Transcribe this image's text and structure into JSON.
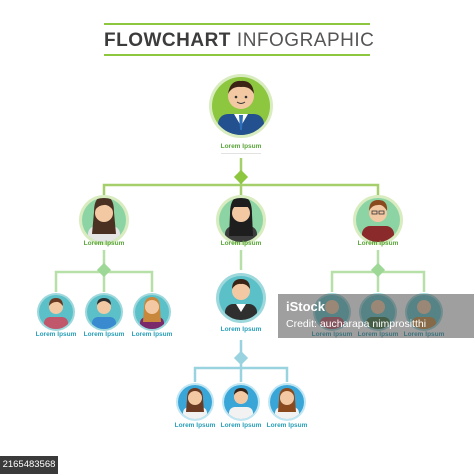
{
  "title": {
    "bold": "FLOWCHART",
    "light": "INFOGRAPHIC"
  },
  "node_label": "Lorem Ipsum",
  "watermark": {
    "site": "iStock",
    "credit": "Credit: aucharapa nimprositthi"
  },
  "stock_id": "2165483568",
  "colors": {
    "green": "#8dc63f",
    "teal": "#5bc0c8",
    "blue_line": "#9ad3e0"
  }
}
